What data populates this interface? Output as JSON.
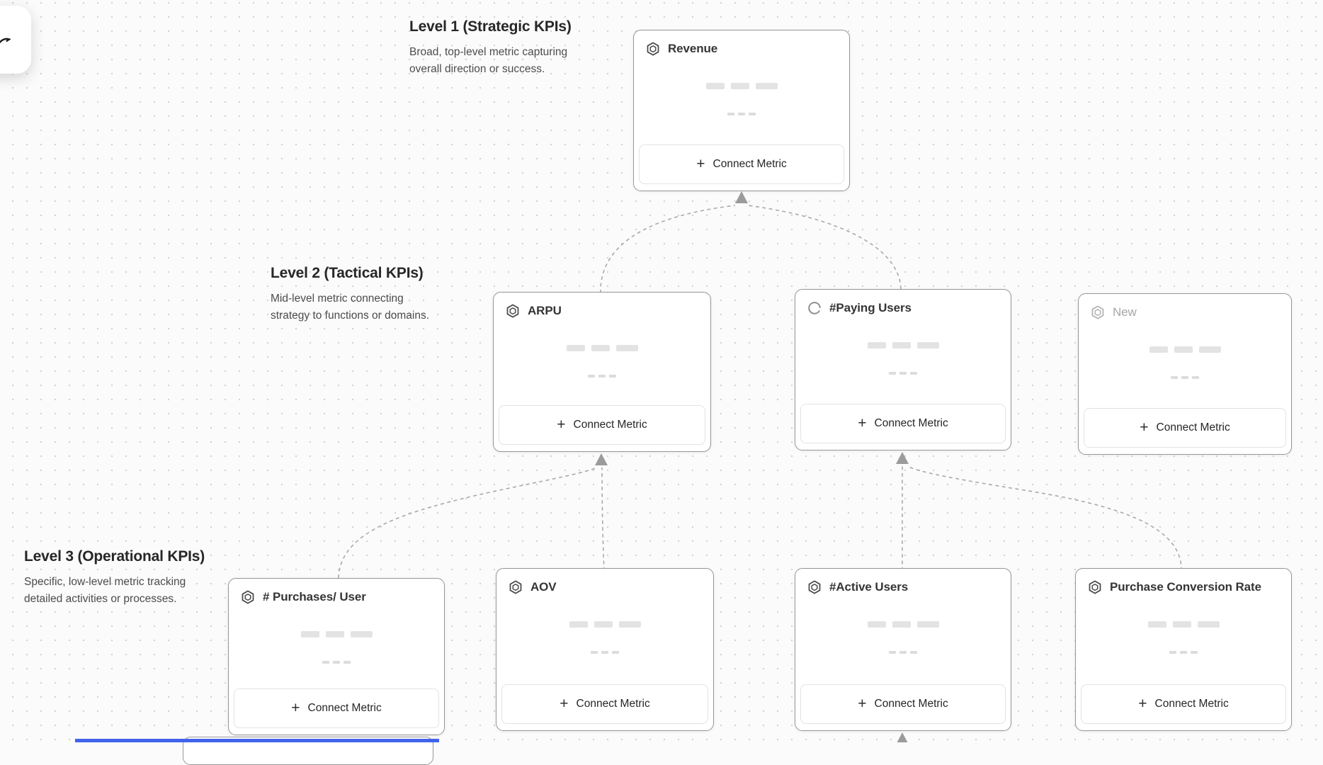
{
  "app": {
    "type": "kpi-tree-canvas"
  },
  "palette": {
    "background": "#fbfbfb",
    "grid_dot": "#d2d2d2",
    "card_border": "#979797",
    "button_border": "#e2e2e2",
    "text_primary": "#272727",
    "text_secondary": "#4c4c4c",
    "text_muted": "#a6a6a6",
    "skeleton": "#e3e3e3",
    "connector": "#a9a9a9",
    "arrowhead": "#9b9b9b",
    "selection_blue": "#4263eb"
  },
  "levels": [
    {
      "title": "Level 1 (Strategic KPIs)",
      "description": "Broad, top-level metric capturing\noverall direction or success."
    },
    {
      "title": "Level 2 (Tactical KPIs)",
      "description": "Mid-level metric connecting\nstrategy to functions or domains."
    },
    {
      "title": "Level 3 (Operational KPIs)",
      "description": "Specific, low-level metric tracking\ndetailed activities or processes."
    }
  ],
  "cards": [
    {
      "title": "Revenue",
      "icon": "metric-hexagon-icon",
      "state": "default",
      "level": 1
    },
    {
      "title": "ARPU",
      "icon": "metric-hexagon-icon",
      "state": "default",
      "level": 2
    },
    {
      "title": "#Paying Users",
      "icon": "loading-spinner-icon",
      "state": "loading",
      "level": 2
    },
    {
      "title": "New",
      "icon": "metric-hexagon-icon",
      "state": "draft",
      "level": 2
    },
    {
      "title": "# Purchases/ User",
      "icon": "metric-hexagon-icon",
      "state": "default",
      "level": 3
    },
    {
      "title": "AOV",
      "icon": "metric-hexagon-icon",
      "state": "default",
      "level": 3
    },
    {
      "title": "#Active Users",
      "icon": "metric-hexagon-icon",
      "state": "default",
      "level": 3
    },
    {
      "title": "Purchase Conversion Rate",
      "icon": "metric-hexagon-icon",
      "state": "default",
      "level": 3
    }
  ],
  "connect": {
    "plus": "+",
    "label": "Connect Metric"
  }
}
